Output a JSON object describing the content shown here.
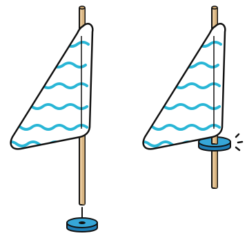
{
  "illustration": {
    "panels": [
      {
        "step": "before",
        "base_state": "separated",
        "motion_hint": "down-arrow-icon"
      },
      {
        "step": "after",
        "base_state": "attached",
        "motion_hint": "click-marks-icon"
      }
    ],
    "colors": {
      "outline": "#111111",
      "pole_fill": "#e8c89a",
      "pole_shade": "#c9a46e",
      "flag_fill": "#ffffff",
      "wave": "#29b6d6",
      "base_fill": "#36a6d8",
      "base_dark": "#1f7fb8"
    }
  }
}
